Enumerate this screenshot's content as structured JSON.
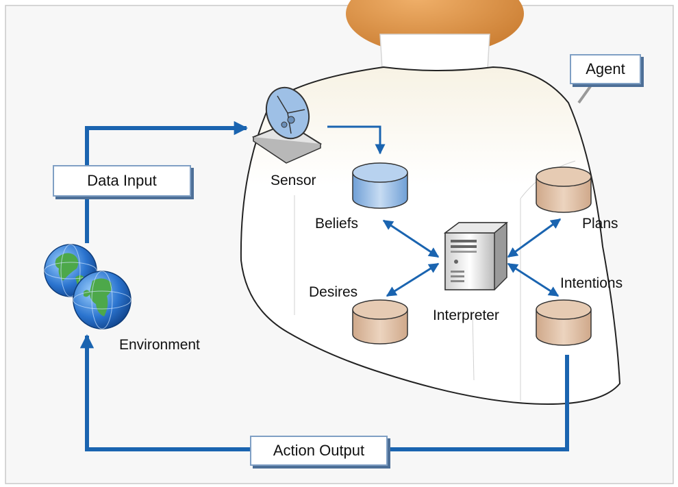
{
  "diagram": {
    "agent_label": "Agent",
    "data_input_label": "Data Input",
    "action_output_label": "Action Output",
    "nodes": {
      "sensor": "Sensor",
      "beliefs": "Beliefs",
      "desires": "Desires",
      "interpreter": "Interpreter",
      "plans": "Plans",
      "intentions": "Intentions",
      "environment": "Environment"
    }
  },
  "colors": {
    "arrow": "#1a64b0",
    "belief_db": "#8fb6e3",
    "other_db": "#dcb9a0",
    "head": "#d8893a",
    "frame": "#c8c8c8",
    "background": "#f7f7f7"
  }
}
